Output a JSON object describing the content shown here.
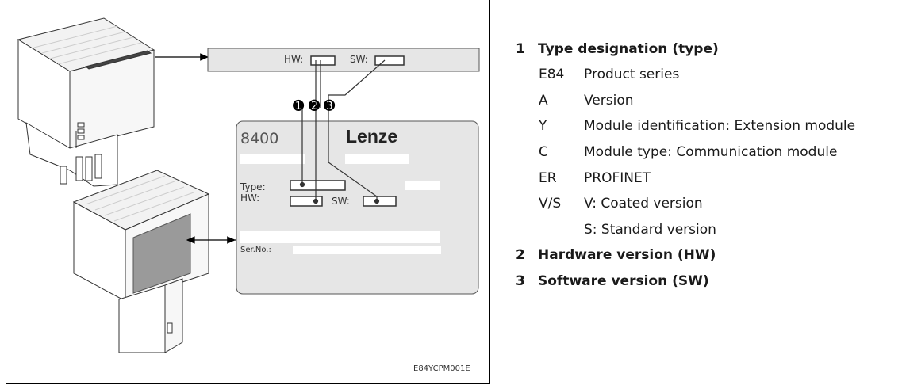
{
  "figure": {
    "top_label": {
      "hw": "HW:",
      "sw": "SW:"
    },
    "markers": [
      "➊",
      "➋",
      "➌"
    ],
    "nameplate": {
      "model": "8400",
      "brand": "Lenze",
      "type_label": "Type:",
      "hw_label": "HW:",
      "sw_label": "SW:",
      "serial_label": "Ser.No.:"
    },
    "figure_id": "E84YCPM001E"
  },
  "legend": {
    "item1": {
      "number": "1",
      "heading": "Type designation (type)"
    },
    "codes": [
      {
        "code": "E84",
        "desc": "Product series"
      },
      {
        "code": "A",
        "desc": "Version"
      },
      {
        "code": "Y",
        "desc": "Module identification: Extension module"
      },
      {
        "code": "C",
        "desc": "Module type: Communication module"
      },
      {
        "code": "ER",
        "desc": "PROFINET"
      },
      {
        "code": "V/S",
        "desc": "V: Coated version"
      },
      {
        "code": "",
        "desc": "S: Standard version"
      }
    ],
    "item2": {
      "number": "2",
      "heading": "Hardware version (HW)"
    },
    "item3": {
      "number": "3",
      "heading": "Software version (SW)"
    }
  }
}
